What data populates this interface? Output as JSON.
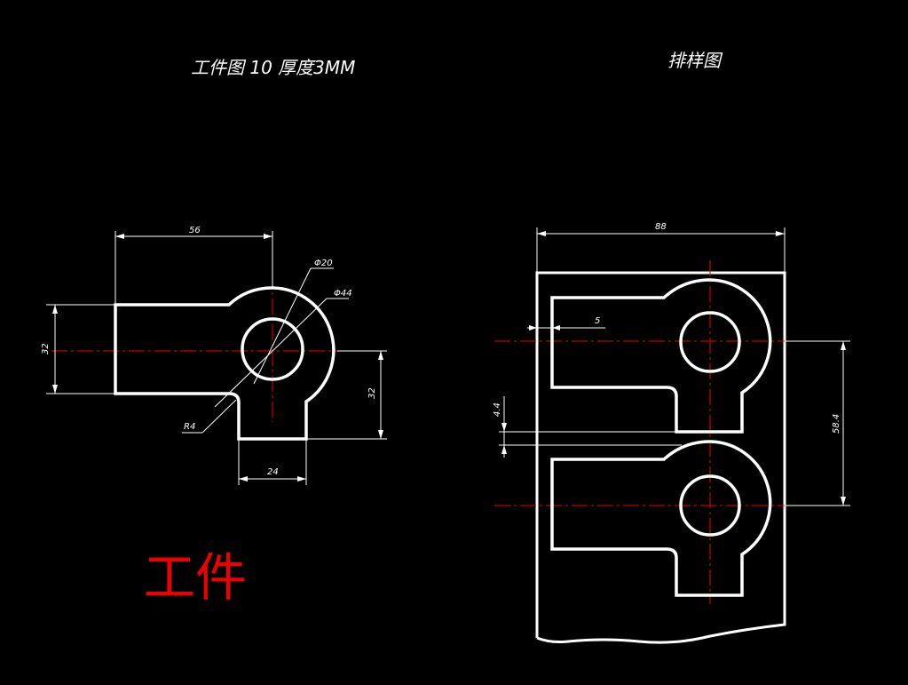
{
  "titles": {
    "left": "工件图  10 厚度3MM",
    "right": "排样图",
    "part_label": "工件"
  },
  "workpiece_dims": {
    "top_width": "56",
    "hole_dia": "Φ20",
    "outer_dia": "Φ44",
    "left_height": "32",
    "right_height": "32",
    "fillet": "R4",
    "bottom_width": "24"
  },
  "layout_dims": {
    "strip_width": "88",
    "edge_margin": "5",
    "gap": "4.4",
    "pitch": "58.4"
  },
  "colors": {
    "background": "#000000",
    "outline": "#ffffff",
    "centerline": "#e00000",
    "label": "#e00000"
  }
}
